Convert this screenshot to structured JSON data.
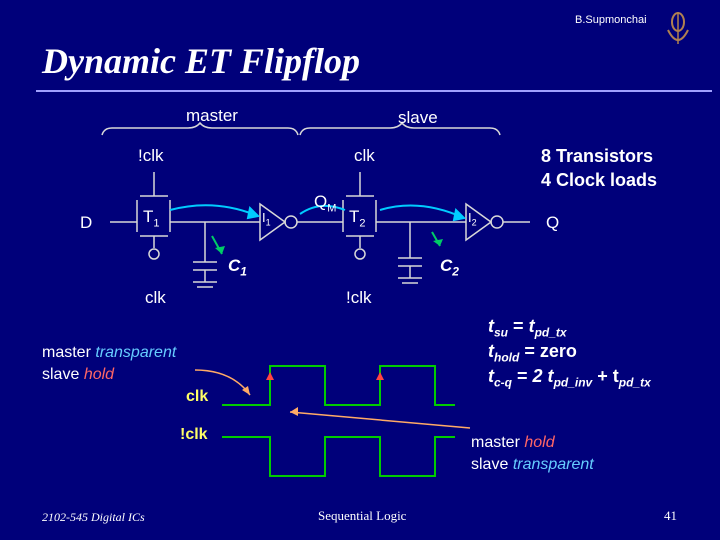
{
  "header": {
    "author": "B.Supmonchai",
    "title": "Dynamic ET Flipflop"
  },
  "circuit": {
    "master_label": "master",
    "slave_label": "slave",
    "clk_top_left": "!clk",
    "clk_top_right": "clk",
    "D": "D",
    "T1": "T",
    "T1_sub": "1",
    "I1": "I",
    "I1_sub": "1",
    "QM": "Q",
    "QM_sub": "M",
    "T2": "T",
    "T2_sub": "2",
    "I2": "I",
    "I2_sub": "2",
    "Q": "Q",
    "C1": "C",
    "C1_sub": "1",
    "C2": "C",
    "C2_sub": "2",
    "clk_bottom_left": "clk",
    "clk_bottom_right": "!clk"
  },
  "stats": {
    "line1": "8 Transistors",
    "line2": "4 Clock loads"
  },
  "timing_eqs": {
    "tsu": "t",
    "tsu_sub": "su",
    "tsu_rhs": "=",
    "tsu_val": "t",
    "tsu_val_sub": "pd_tx",
    "thold": "t",
    "thold_sub": "hold",
    "thold_rhs": "=",
    "thold_val": "zero",
    "tcq": "t",
    "tcq_sub": "c-q",
    "tcq_rhs": "=",
    "tcq_val1": "2 t",
    "tcq_val1_sub": "pd_inv",
    "tcq_plus": "+ t",
    "tcq_val2_sub": "pd_tx"
  },
  "waveform": {
    "clk": "clk",
    "nclk": "!clk"
  },
  "notes": {
    "left_master": "master",
    "left_transparent": "transparent",
    "left_slave": "slave",
    "left_hold": "hold",
    "right_master": "master",
    "right_hold": "hold",
    "right_slave": "slave",
    "right_transparent": "transparent"
  },
  "footer": {
    "course": "2102-545 Digital ICs",
    "topic": "Sequential Logic",
    "page": "41"
  },
  "colors": {
    "background": "#00007a",
    "wire": "#d8d8d8",
    "clk_wave": "#00cc00",
    "highlight": "#00ccff",
    "arrow": "#ffaa66"
  }
}
